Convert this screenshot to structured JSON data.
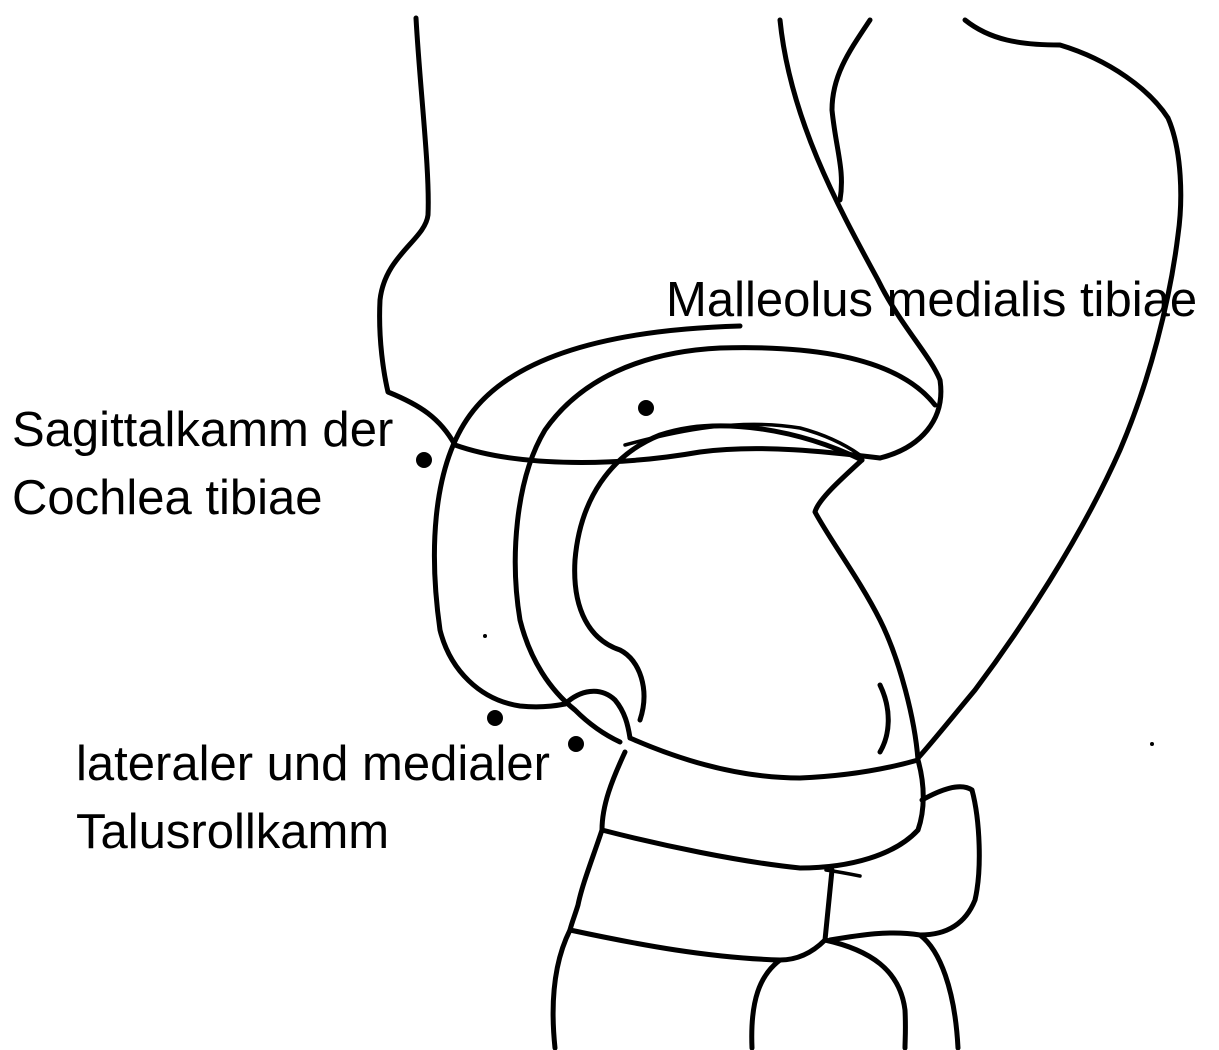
{
  "labels": {
    "malleolus": "Malleolus medialis tibiae",
    "sagittal_line1": "Sagittalkamm der",
    "sagittal_line2": "Cochlea tibiae",
    "talus_line1": "lateraler und medialer",
    "talus_line2": "Talusrollkamm"
  },
  "colors": {
    "stroke": "#000000",
    "background": "#ffffff"
  }
}
